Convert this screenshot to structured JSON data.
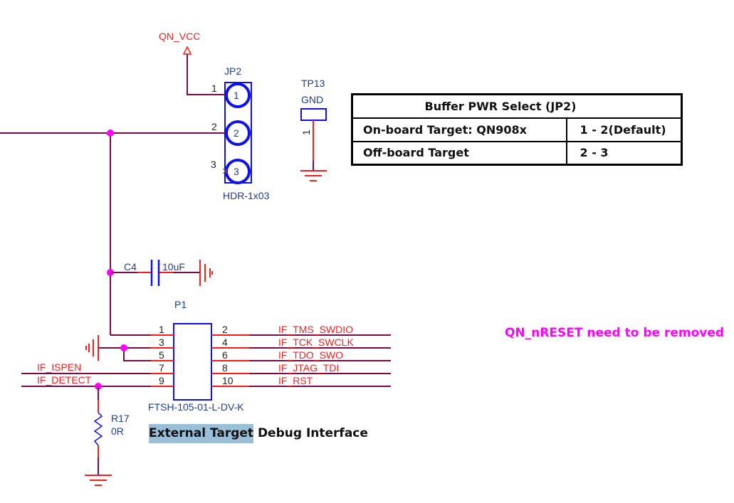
{
  "schematic": {
    "colors": {
      "wire": "#7a0a4a",
      "pin": "#ff1a1a",
      "component": "#1010ee",
      "junction": "#ff00ff",
      "designator": "#1f3c8f",
      "net_label": "#ff1a1a",
      "note": "#ff00ff",
      "highlight": "#99c0d8"
    },
    "power_port": {
      "net": "QN_VCC"
    },
    "jp2": {
      "designator": "JP2",
      "footprint": "HDR-1x03",
      "pins": [
        "1",
        "2",
        "3"
      ],
      "pin_numbers_outside": [
        "1",
        "2",
        "3"
      ],
      "no_connect_pin": "3"
    },
    "tp13": {
      "designator": "TP13",
      "value": "GND",
      "pin": "1"
    },
    "c4": {
      "designator": "C4",
      "value": "10uF"
    },
    "p1": {
      "designator": "P1",
      "footprint": "FTSH-105-01-L-DV-K",
      "left_pins": [
        "1",
        "3",
        "5",
        "7",
        "9"
      ],
      "right_pins": [
        "2",
        "4",
        "6",
        "8",
        "10"
      ],
      "right_nets": [
        "IF_TMS_SWDIO",
        "IF_TCK_SWCLK",
        "IF_TDO_SWO",
        "IF_JTAG_TDI",
        "IF_RST"
      ],
      "left_nets": [
        "IF_ISPEN",
        "IF_DETECT"
      ]
    },
    "r17": {
      "designator": "R17",
      "value": "0R"
    }
  },
  "table": {
    "title": "Buffer PWR Select (JP2)",
    "rows": [
      {
        "target": "On-board Target: QN908x",
        "setting": "1 - 2(Default)"
      },
      {
        "target": "Off-board Target",
        "setting": "2 - 3"
      }
    ]
  },
  "note": "QN_nRESET need to be removed",
  "caption": {
    "highlighted": "External Target",
    "rest": " Debug Interface"
  }
}
